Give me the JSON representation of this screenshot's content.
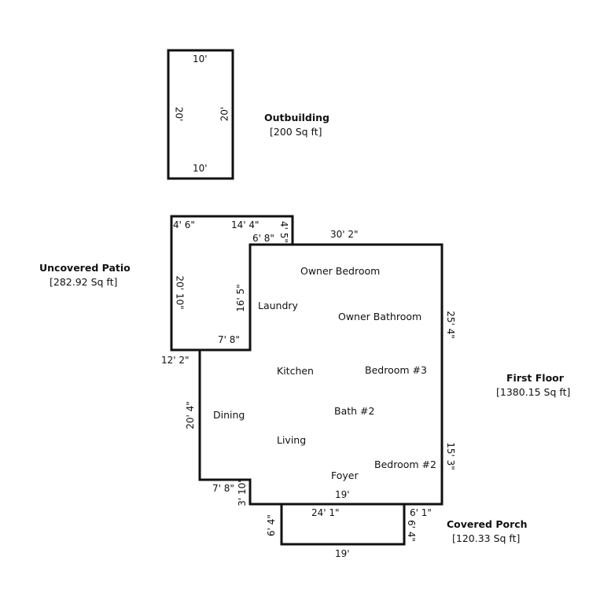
{
  "areas": {
    "outbuilding": {
      "title": "Outbuilding",
      "size": "[200 Sq ft]"
    },
    "patio": {
      "title": "Uncovered Patio",
      "size": "[282.92 Sq ft]"
    },
    "first_floor": {
      "title": "First Floor",
      "size": "[1380.15 Sq ft]"
    },
    "porch": {
      "title": "Covered Porch",
      "size": "[120.33 Sq ft]"
    }
  },
  "dimensions": {
    "outbuilding_top": "10'",
    "outbuilding_bottom": "10'",
    "outbuilding_left": "20'",
    "outbuilding_right": "20'",
    "patio_top_left": "4' 6\"",
    "patio_top": "14' 4\"",
    "patio_right_small": "4' 5\"",
    "patio_notch": "6' 8\"",
    "patio_left": "20' 10\"",
    "patio_inner": "16' 5\"",
    "patio_bottom": "7' 8\"",
    "floor_top": "30' 2\"",
    "floor_right_upper": "25' 4\"",
    "floor_right_lower": "15' 3\"",
    "floor_left_step": "12' 2\"",
    "floor_left": "20' 4\"",
    "floor_bottom_step": "7' 8\"",
    "floor_bottom_notch": "3' 10\"",
    "floor_bottom": "19'",
    "floor_bottom_total": "24' 1\"",
    "porch_right_top": "6' 1\"",
    "porch_left": "6' 4\"",
    "porch_right": "6' 4\"",
    "porch_bottom": "19'"
  },
  "rooms": [
    {
      "name": "Owner Bedroom"
    },
    {
      "name": "Laundry"
    },
    {
      "name": "Owner Bathroom"
    },
    {
      "name": "Kitchen"
    },
    {
      "name": "Bedroom #3"
    },
    {
      "name": "Dining"
    },
    {
      "name": "Bath #2"
    },
    {
      "name": "Living"
    },
    {
      "name": "Bedroom #2"
    },
    {
      "name": "Foyer"
    }
  ],
  "colors": {
    "wall": "#111111",
    "background": "#ffffff"
  }
}
